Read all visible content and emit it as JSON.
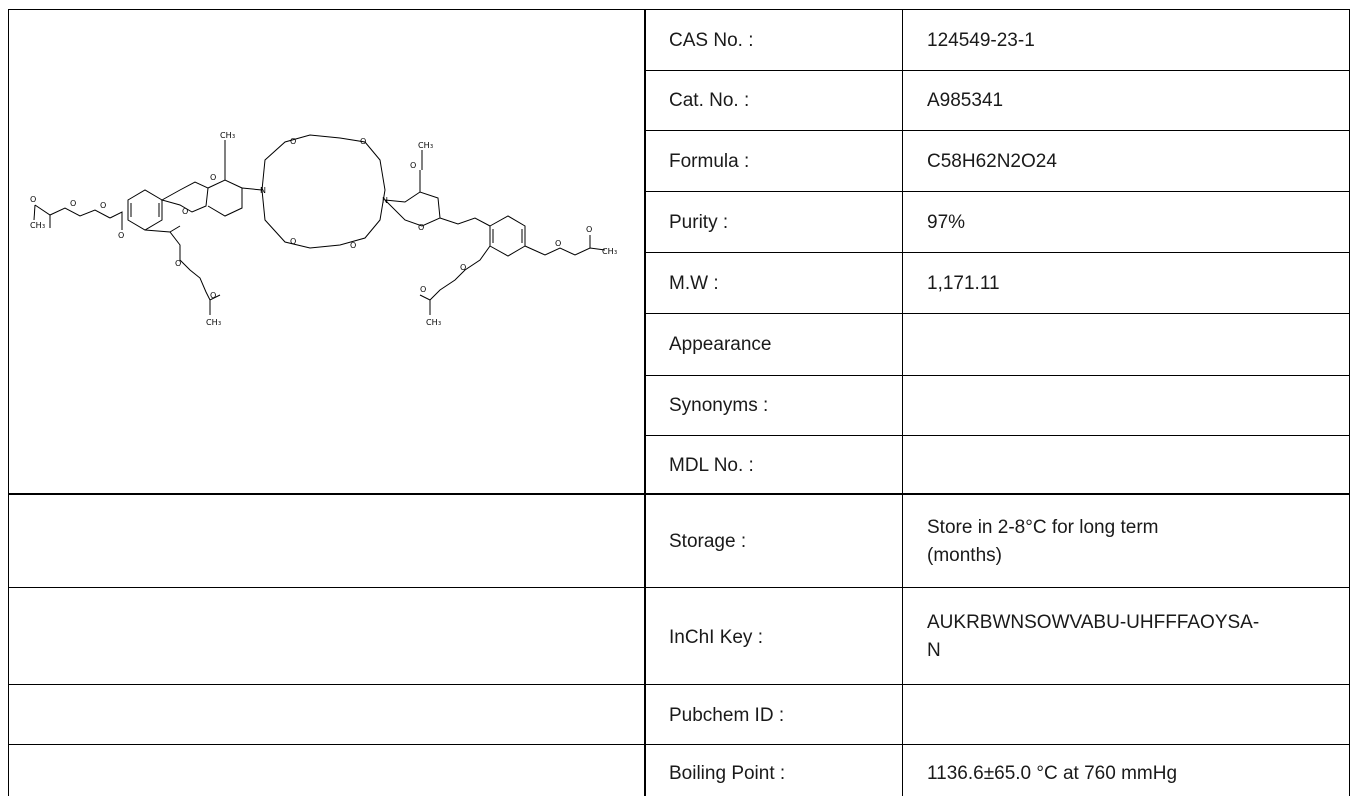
{
  "product": {
    "rows": [
      {
        "label": "CAS No. :",
        "value": "124549-23-1"
      },
      {
        "label": "Cat. No. :",
        "value": "A985341"
      },
      {
        "label": "Formula :",
        "value": "C58H62N2O24"
      },
      {
        "label": "Purity :",
        "value": "97%"
      },
      {
        "label": "M.W :",
        "value": "1,171.11"
      },
      {
        "label": "Appearance",
        "value": ""
      },
      {
        "label": "Synonyms :",
        "value": ""
      },
      {
        "label": "MDL No. :",
        "value": ""
      },
      {
        "label": "Storage :",
        "value_lines": [
          "Store in 2-8°C for long term",
          "(months)"
        ]
      },
      {
        "label": "InChI Key :",
        "value_lines": [
          "AUKRBWNSOWVABU-UHFFFAOYSA-",
          "N"
        ]
      },
      {
        "label": "Pubchem ID :",
        "value": ""
      },
      {
        "label": "Boiling Point :",
        "value": "1136.6±65.0 °C at 760 mmHg"
      }
    ]
  },
  "structure": {
    "atom_labels": {
      "o": "O",
      "n": "N",
      "ch": "CH",
      "sub3": "3"
    }
  }
}
